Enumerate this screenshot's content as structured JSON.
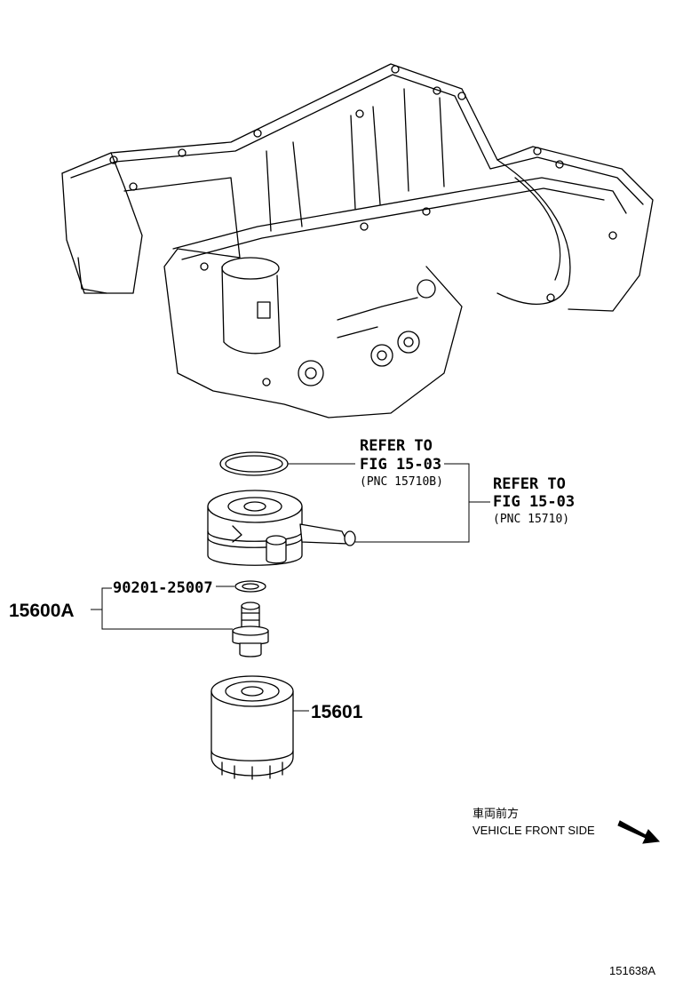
{
  "callouts": {
    "refer1": {
      "line1": "REFER TO",
      "line2": "FIG 15-03",
      "pnc": "(PNC 15710B)"
    },
    "refer2": {
      "line1": "REFER TO",
      "line2": "FIG 15-03",
      "pnc": "(PNC 15710)"
    },
    "gasket_part": "90201-25007",
    "assembly_part": "15600A",
    "filter_part": "15601"
  },
  "direction": {
    "jp": "車両前方",
    "en": "VEHICLE FRONT SIDE",
    "icon": "arrow-down-right-icon"
  },
  "figure_id": "151638A"
}
